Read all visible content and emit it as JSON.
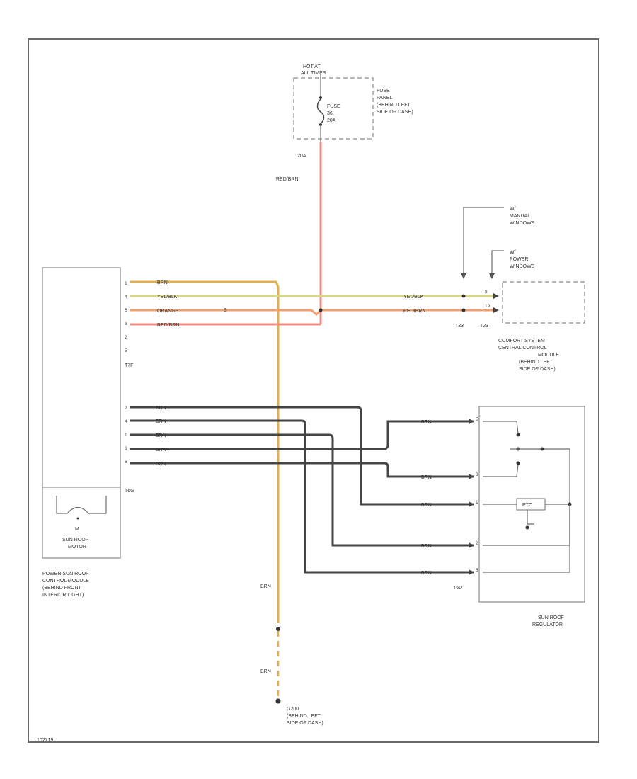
{
  "colors": {
    "red": "#f08c80",
    "brown": "#e0b050",
    "yellow_black": "#d8d880",
    "orange": "#f0a070",
    "wire_gray": "#444444",
    "frame": "#6a6a6a"
  },
  "fuse": {
    "hot_label_1": "HOT AT",
    "hot_label_2": "ALL TIMES",
    "fuse_label_1": "FUSE",
    "fuse_label_2": "36",
    "fuse_label_3": "20A",
    "panel_1": "FUSE",
    "panel_2": "PANEL",
    "panel_3": "(BEHIND LEFT",
    "panel_4": "SIDE OF DASH)",
    "out_label": "20A",
    "wire_label": "RED/BRN"
  },
  "notes": {
    "manual_1": "W/",
    "manual_2": "MANUAL",
    "manual_3": "WINDOWS",
    "power_1": "W/",
    "power_2": "POWER",
    "power_3": "WINDOWS"
  },
  "control_module": {
    "pins_top": [
      "1",
      "4",
      "6",
      "3",
      "2",
      "5"
    ],
    "connector_top": "T7F",
    "wires_top": [
      "BRN",
      "YEL/BLK",
      "ORANGE",
      "RED/BRN"
    ],
    "splice": "S",
    "pins_bottom": [
      "2",
      "4",
      "1",
      "3",
      "6"
    ],
    "connector_bottom": "T6G",
    "wires_bottom": [
      "BRN",
      "BRN",
      "BRN",
      "BRN",
      "BRN"
    ],
    "motor_symbol": "M",
    "motor_1": "SUN ROOF",
    "motor_2": "MOTOR",
    "label_1": "POWER SUN ROOF",
    "label_2": "CONTROL MODULE",
    "label_3": "(BEHIND FRONT",
    "label_4": "INTERIOR LIGHT)"
  },
  "comfort": {
    "wire_1": "YEL/BLK",
    "wire_2": "RED/BRN",
    "pin_1": "8",
    "pin_2": "19",
    "conn_1": "T23",
    "conn_2": "T23",
    "label_1": "COMFORT SYSTEM",
    "label_2": "CENTRAL CONTROL",
    "label_3": "MODULE",
    "label_4": "(BEHIND LEFT",
    "label_5": "SIDE OF DASH)"
  },
  "regulator": {
    "wires": [
      "BRN",
      "BRN",
      "BRN",
      "BRN",
      "BRN"
    ],
    "pins": [
      "5",
      "3",
      "1",
      "2",
      "6"
    ],
    "connector": "T6D",
    "label_1": "SUN ROOF",
    "label_2": "REGULATOR",
    "ptc": "PTC"
  },
  "ground": {
    "wire_1": "BRN",
    "wire_2": "BRN",
    "label_1": "G200",
    "label_2": "(BEHIND LEFT",
    "label_3": "SIDE OF DASH)"
  },
  "footer": {
    "code": "102719"
  }
}
